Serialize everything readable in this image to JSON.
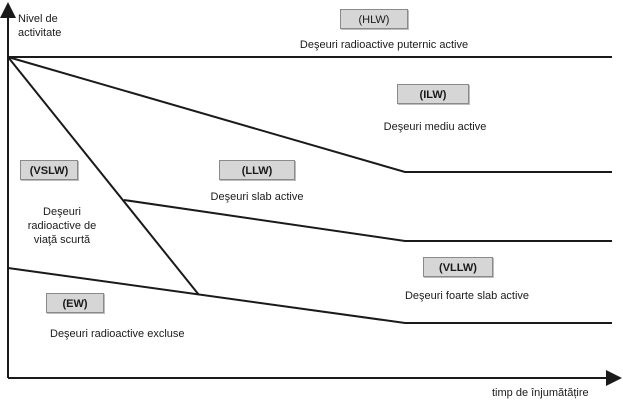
{
  "axes": {
    "y_label_line1": "Nivel de",
    "y_label_line2": "activitate",
    "x_label": "timp de înjumătățire"
  },
  "categories": {
    "hlw": {
      "code": "(HLW)",
      "description": "Deşeuri radioactive puternic active"
    },
    "ilw": {
      "code": "(ILW)",
      "description": "Deşeuri mediu active"
    },
    "llw": {
      "code": "(LLW)",
      "description": "Deşeuri slab active"
    },
    "vslw": {
      "code": "(VSLW)",
      "description_line1": "Deşeuri",
      "description_line2": "radioactive de",
      "description_line3": "viaţă scurtă"
    },
    "vllw": {
      "code": "(VLLW)",
      "description": "Deşeuri foarte slab active"
    },
    "ew": {
      "code": "(EW)",
      "description": "Deşeuri radioactive excluse"
    }
  },
  "colors": {
    "line": "#1a1a1a",
    "badge_fill": "#d6d6d6",
    "badge_border": "#8a8a8a"
  }
}
